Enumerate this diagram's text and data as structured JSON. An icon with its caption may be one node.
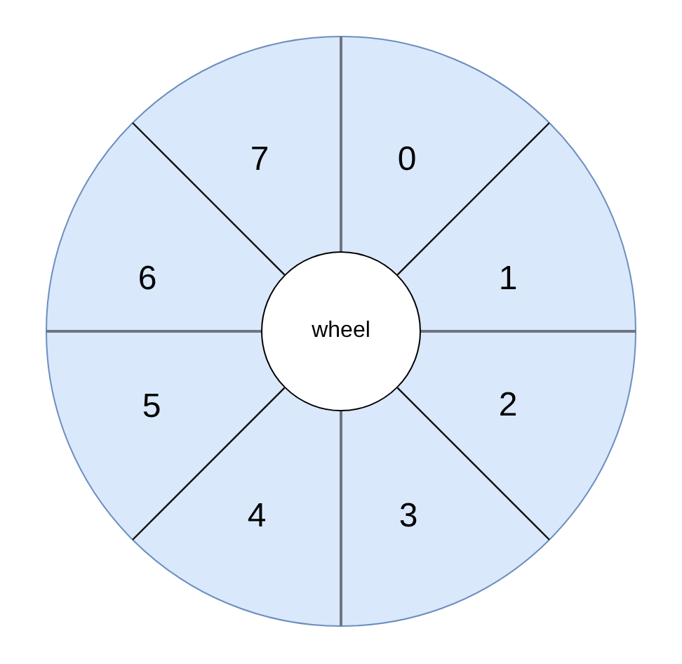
{
  "diagram": {
    "nodes": [
      {
        "text": [
          "0"
        ]
      },
      {
        "text": [
          "1"
        ]
      },
      {
        "text": [
          "2"
        ]
      },
      {
        "text": [
          "3"
        ]
      },
      {
        "text": [
          "4"
        ]
      },
      {
        "text": [
          "5"
        ]
      },
      {
        "text": [
          "6"
        ]
      },
      {
        "text": [
          "7"
        ]
      },
      {
        "text": [
          "wheel"
        ]
      }
    ]
  }
}
